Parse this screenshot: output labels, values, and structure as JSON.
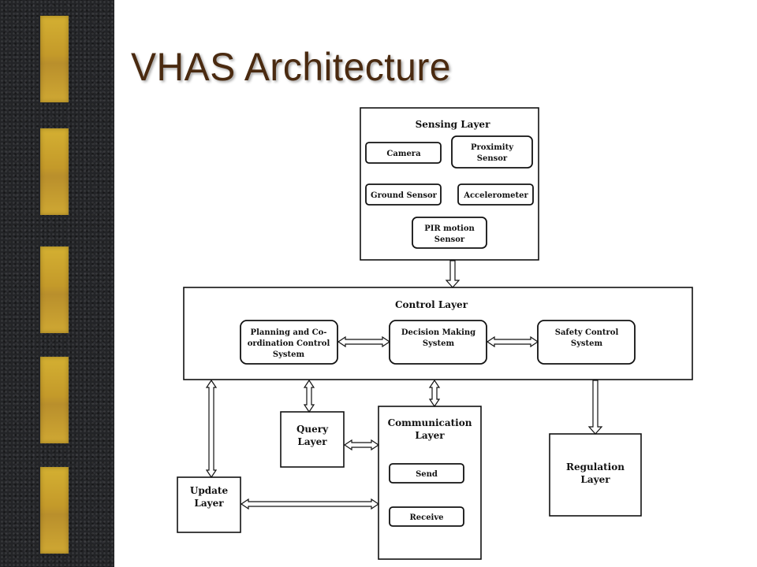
{
  "slide": {
    "title": "VHAS Architecture"
  },
  "diagram": {
    "sensing_layer": {
      "title": "Sensing Layer",
      "camera": "Camera",
      "proximity_sensor": [
        "Proximity",
        "Sensor"
      ],
      "ground_sensor": "Ground Sensor",
      "accelerometer": "Accelerometer",
      "pir_motion_sensor": [
        "PIR motion",
        "Sensor"
      ]
    },
    "control_layer": {
      "title": "Control Layer",
      "planning": [
        "Planning and Co-",
        "ordination Control",
        "System"
      ],
      "decision": [
        "Decision Making",
        "System"
      ],
      "safety": [
        "Safety Control",
        "System"
      ]
    },
    "query_layer": [
      "Query",
      "Layer"
    ],
    "communication_layer": {
      "title": [
        "Communication",
        "Layer"
      ],
      "send": "Send",
      "receive": "Receive"
    },
    "update_layer": [
      "Update",
      "Layer"
    ],
    "regulation_layer": [
      "Regulation",
      "Layer"
    ]
  }
}
